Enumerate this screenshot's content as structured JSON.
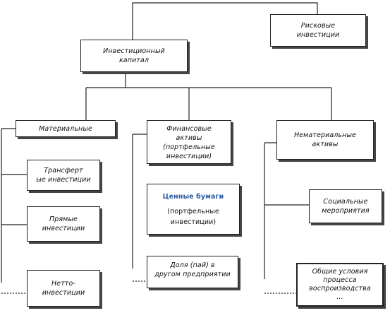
{
  "nodes": {
    "risk": [
      "Рисковые",
      "инвестиции"
    ],
    "capital": [
      "Инвестиционный",
      "капитал"
    ],
    "material": [
      "Материальные"
    ],
    "financial": [
      "Финансовые",
      "активы",
      "(портфельные",
      "инвестиции)"
    ],
    "intangible": [
      "Нематериальные",
      "активы"
    ],
    "transfer": [
      "Трансферт",
      "ые инвестиции"
    ],
    "direct": [
      "Прямые",
      "инвестиции"
    ],
    "netto": [
      "Нетто-",
      "инвестиции"
    ],
    "securities_title": "Ценные бумаги",
    "securities": [
      "(портфельные",
      "инвестиции)"
    ],
    "share": [
      "Доля (пай) в",
      "другом предприятии"
    ],
    "social": [
      "Социальные",
      "мероприятия"
    ],
    "general": [
      "Общие условия",
      "процесса",
      "воспроизводства",
      "..."
    ]
  }
}
